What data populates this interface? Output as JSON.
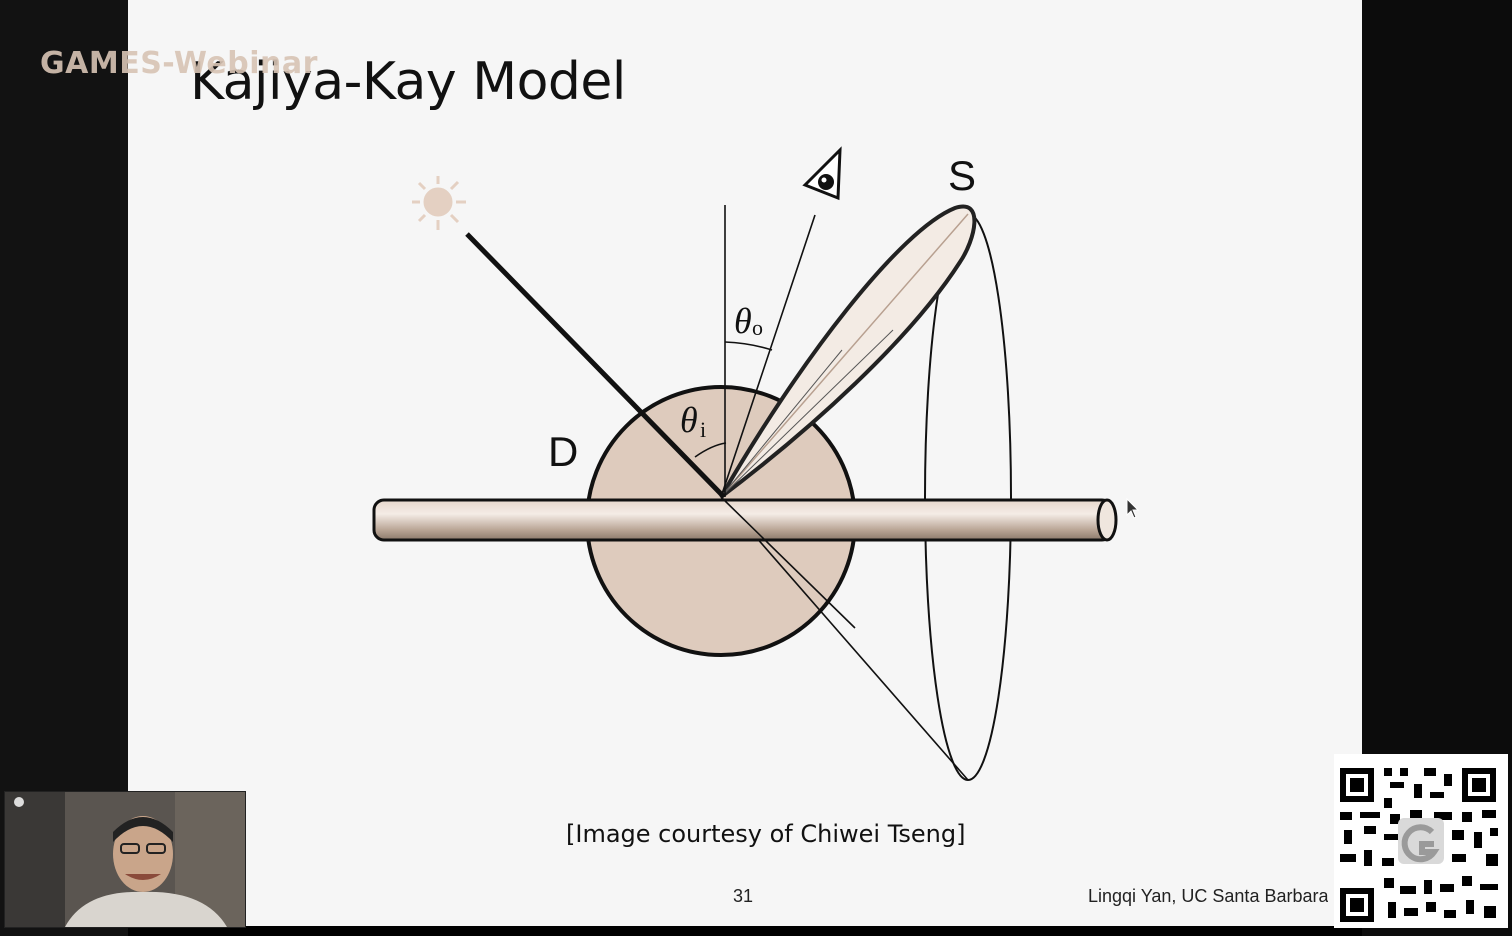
{
  "watermark": "GAMES-Webinar",
  "slide": {
    "title": "Kajiya-Kay Model",
    "caption": "[Image courtesy of Chiwei Tseng]",
    "page_number": "31",
    "author": "Lingqi Yan, UC Santa Barbara"
  },
  "diagram": {
    "label_s": "S",
    "label_d": "D",
    "theta_o": "θ",
    "theta_o_sub": "o",
    "theta_i": "θ",
    "theta_i_sub": "i",
    "colors": {
      "disk_fill": "#decbbd",
      "lobe_fill": "#f3ebe4",
      "cylinder_fill": "#d6c3b3",
      "sun": "#e4d0c2",
      "line": "#111111"
    },
    "icons": [
      "sun-icon",
      "eye-icon"
    ]
  },
  "webcam": {
    "icon": "camera-feed"
  },
  "qr": {
    "icon": "qr-code-icon"
  }
}
